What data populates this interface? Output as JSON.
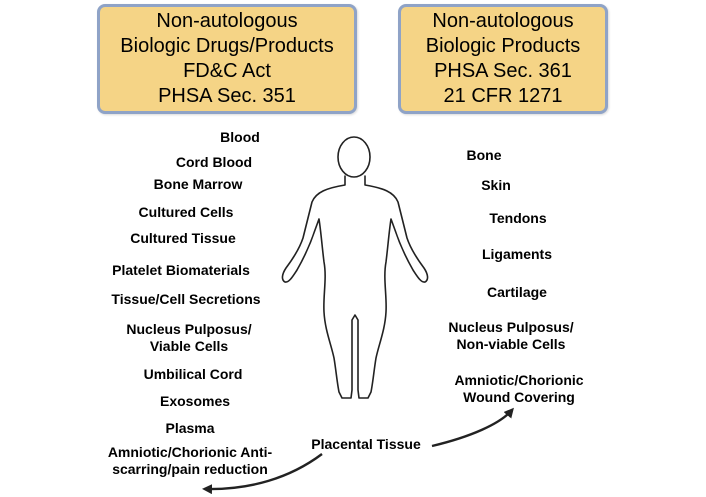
{
  "boxes": {
    "left": {
      "lines": [
        "Non-autologous",
        "Biologic Drugs/Products",
        "FD&C Act",
        "PHSA Sec. 351"
      ]
    },
    "right": {
      "lines": [
        "Non-autologous",
        "Biologic Products",
        "PHSA Sec. 361",
        "21 CFR 1271"
      ]
    }
  },
  "left_list": [
    [
      "Blood"
    ],
    [
      "Cord Blood"
    ],
    [
      "Bone Marrow"
    ],
    [
      "Cultured Cells"
    ],
    [
      "Cultured Tissue"
    ],
    [
      "Platelet Biomaterials"
    ],
    [
      "Tissue/Cell Secretions"
    ],
    [
      "Nucleus Pulposus/",
      "Viable Cells"
    ],
    [
      "Umbilical Cord"
    ],
    [
      "Exosomes"
    ],
    [
      "Plasma"
    ],
    [
      "Amniotic/Chorionic Anti-",
      "scarring/pain reduction"
    ]
  ],
  "right_list": [
    [
      "Bone"
    ],
    [
      "Skin"
    ],
    [
      "Tendons"
    ],
    [
      "Ligaments"
    ],
    [
      "Cartilage"
    ],
    [
      "Nucleus Pulposus/",
      "Non-viable Cells"
    ],
    [
      "Amniotic/Chorionic",
      "Wound Covering"
    ]
  ],
  "center_label": "Placental Tissue",
  "figure": {
    "icon": "human-silhouette-icon"
  }
}
